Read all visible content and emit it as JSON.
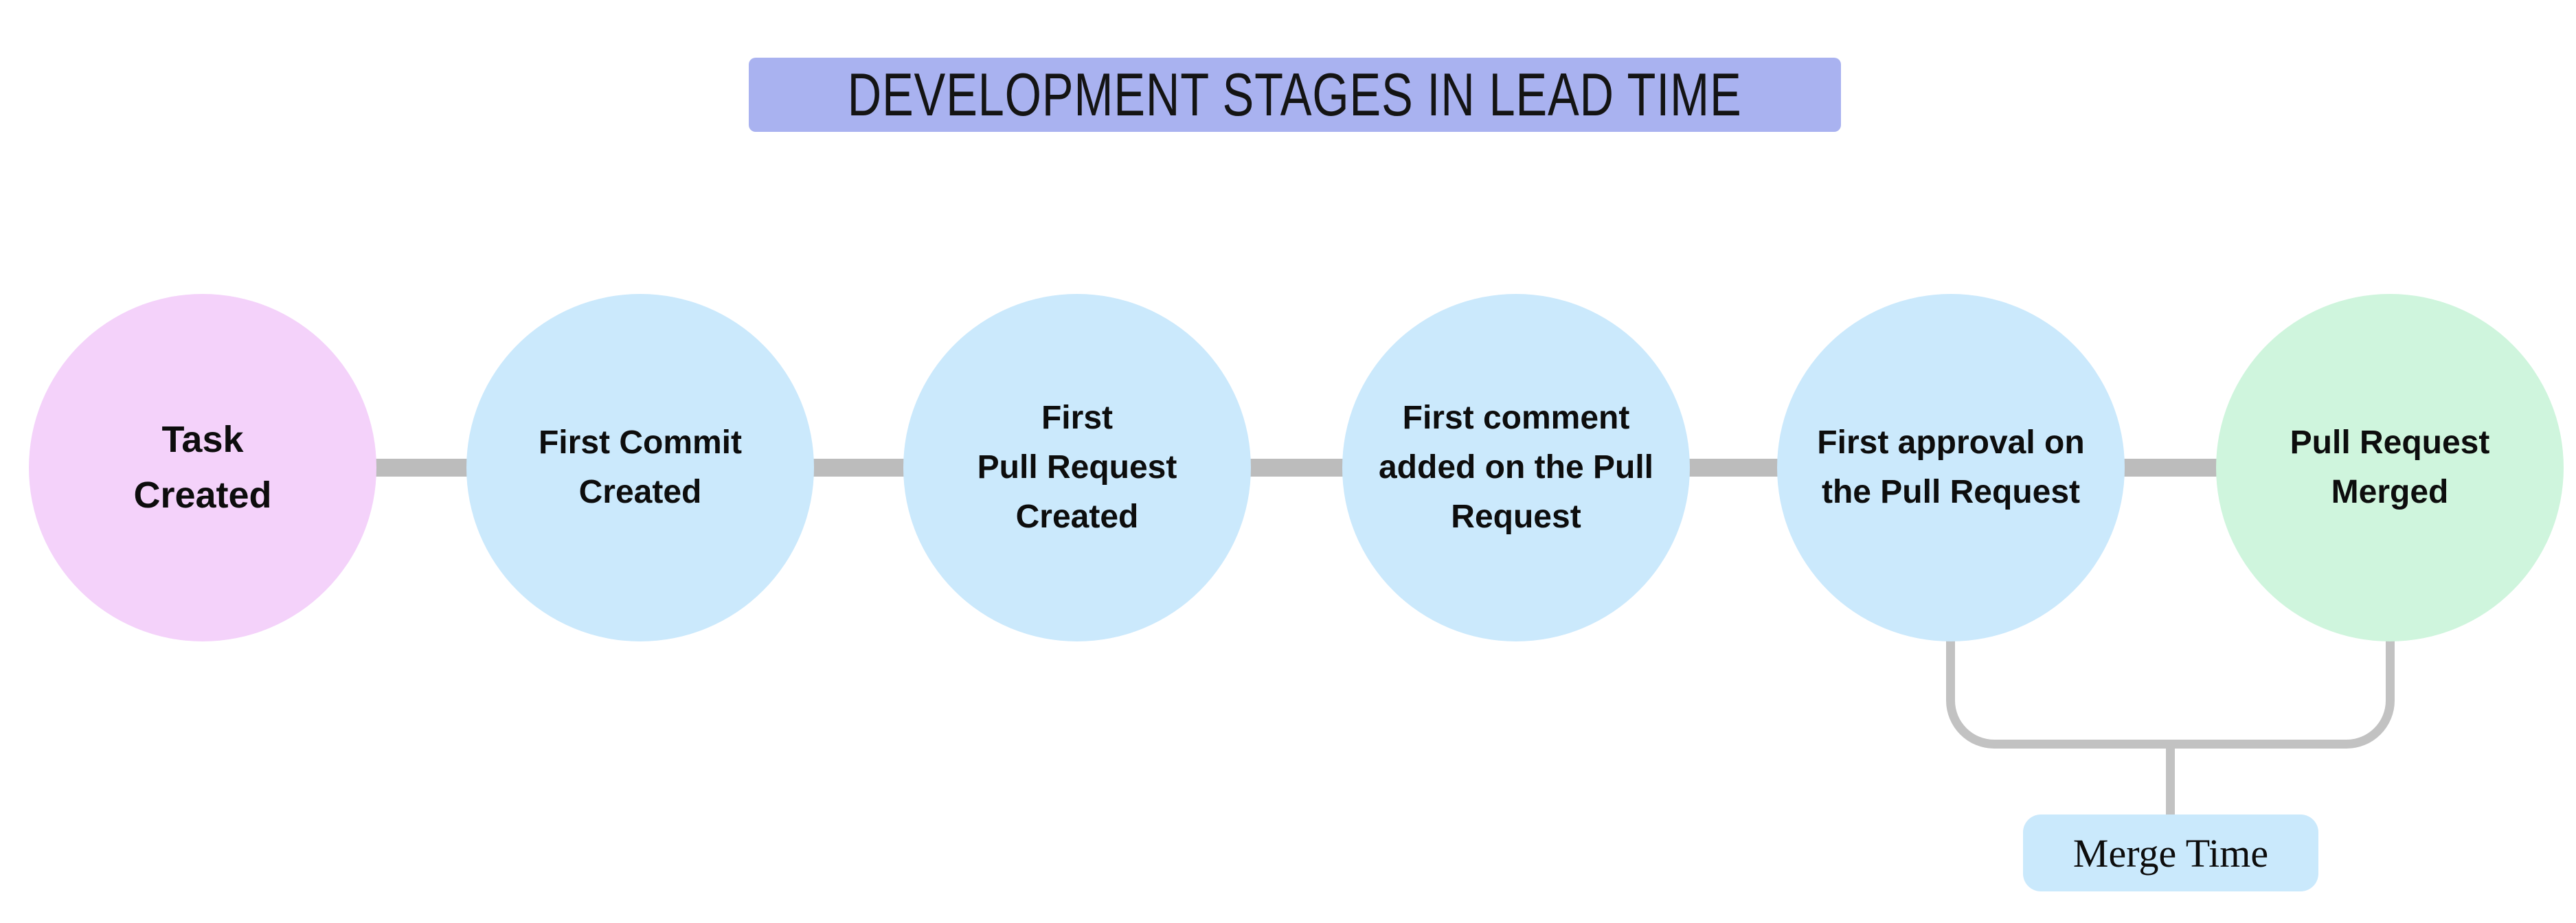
{
  "title": {
    "label": "DEVELOPMENT STAGES IN LEAD TIME",
    "bg": "#a9b2f0"
  },
  "colors": {
    "connector": "#bcbcbc",
    "bracket": "#c2c2c2",
    "text": "#0d0d0d",
    "stage_start_bg": "#f4d2fa",
    "stage_mid_bg": "#cbe9fc",
    "stage_end_bg": "#cff5dd"
  },
  "stages": [
    {
      "label": "Task\nCreated",
      "color": "#f4d2fa"
    },
    {
      "label": "First Commit\nCreated",
      "color": "#cbe9fc"
    },
    {
      "label": "First\nPull Request\nCreated",
      "color": "#cbe9fc"
    },
    {
      "label": "First comment\nadded on the Pull\nRequest",
      "color": "#cbe9fc"
    },
    {
      "label": "First approval on\nthe Pull Request",
      "color": "#cbe9fc"
    },
    {
      "label": "Pull Request\nMerged",
      "color": "#cff5dd"
    }
  ],
  "annotation": {
    "label": "Merge Time",
    "color": "#cae9fc"
  }
}
